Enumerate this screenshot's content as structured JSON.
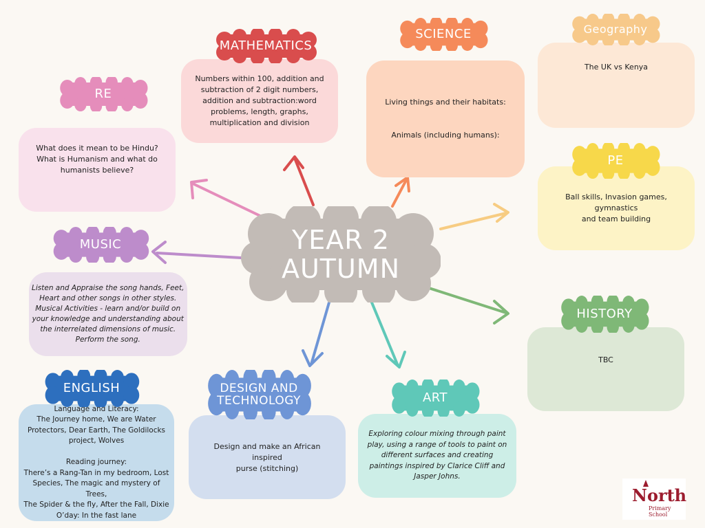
{
  "center": {
    "line1": "YEAR 2",
    "line2": "AUTUMN"
  },
  "subjects": {
    "mathematics": {
      "title": "MATHEMATICS",
      "text": "Numbers within 100, addition and\nsubtraction of 2 digit numbers,\naddition and subtraction:word\nproblems, length, graphs,\nmultiplication and division",
      "color": "#d94d4d"
    },
    "science": {
      "title": "SCIENCE",
      "text": "Living things and their habitats:\n\n\nAnimals (including humans):",
      "color": "#f58a5a"
    },
    "geography": {
      "title": "Geography",
      "text": "The UK vs Kenya",
      "color": "#f7c98a"
    },
    "re": {
      "title": "RE",
      "text": "What does it mean to be Hindu?\nWhat is Humanism and what do\nhumanists believe?",
      "color": "#e58dbb"
    },
    "pe": {
      "title": "PE",
      "text": "Ball skills, Invasion games, gymnastics\nand team building",
      "color": "#f7d84a"
    },
    "music": {
      "title": "MUSIC",
      "text": "Listen and Appraise the song hands, Feet,\nHeart and other songs in other styles.\nMusical Activities - learn and/or build on\nyour knowledge and understanding about\nthe interrelated dimensions of music.\nPerform the song.",
      "color": "#bd8ccb"
    },
    "history": {
      "title": "HISTORY",
      "text": "TBC",
      "color": "#7fb877"
    },
    "english": {
      "title": "ENGLISH",
      "text": "Language and Literacy:\nThe Journey home, We are Water\nProtectors, Dear Earth, The Goldilocks\nproject, Wolves\n\nReading journey:\nThere’s a Rang-Tan in my bedroom, Lost\nSpecies, The magic and mystery of Trees,\nThe Spider & the fly, After the Fall, Dixie\nO’day: In the fast lane",
      "color": "#2d6fbe"
    },
    "dt": {
      "title": "DESIGN AND\nTECHNOLOGY",
      "text": "Design and make an African inspired\npurse (stitching)",
      "color": "#6e95d6"
    },
    "art": {
      "title": "ART",
      "text": "Exploring colour mixing through paint\nplay, using a range of tools to paint on\ndifferent surfaces and creating\npaintings inspired by Clarice Cliff and\nJasper Johns.",
      "color": "#5fc8b8"
    }
  },
  "logo": {
    "name": "North",
    "sub": "Primary School"
  },
  "colors": {
    "center_cloud": "#c2bbb6",
    "background": "#fbf8f3"
  }
}
